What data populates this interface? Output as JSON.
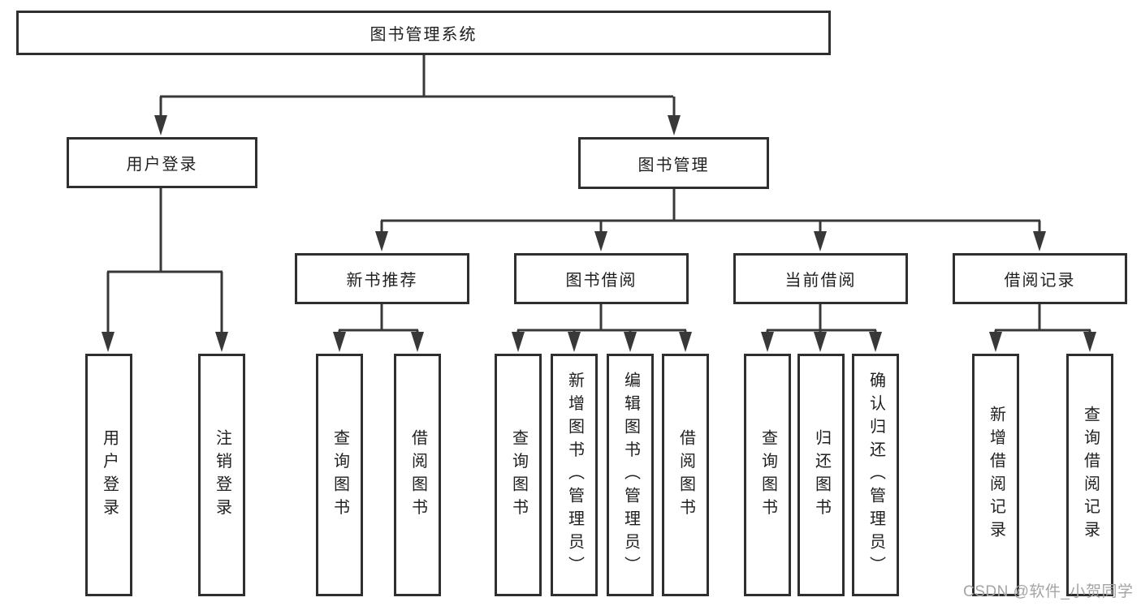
{
  "tree": {
    "root": "图书管理系统",
    "branches": [
      {
        "label": "用户登录",
        "children": [
          "用户登录",
          "注销登录"
        ]
      },
      {
        "label": "图书管理",
        "children": [
          {
            "label": "新书推荐",
            "children": [
              "查询图书",
              "借阅图书"
            ]
          },
          {
            "label": "图书借阅",
            "children": [
              "查询图书",
              "新增图书（管理员）",
              "编辑图书（管理员）",
              "借阅图书"
            ]
          },
          {
            "label": "当前借阅",
            "children": [
              "查询图书",
              "归还图书",
              "确认归还（管理员）"
            ]
          },
          {
            "label": "借阅记录",
            "children": [
              "新增借阅记录",
              "查询借阅记录"
            ]
          }
        ]
      }
    ]
  },
  "watermark": "CSDN @软件_小贺同学",
  "colors": {
    "line": "#383838",
    "box_border": "#2f2f2f",
    "box_fill": "#ffffff",
    "text": "#1f1f1f",
    "watermark": "#a4a4a4"
  }
}
